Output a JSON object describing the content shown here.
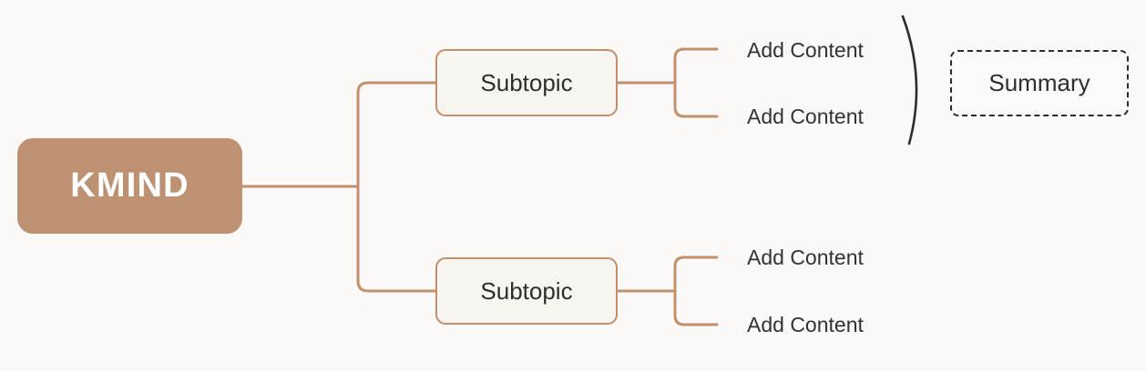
{
  "diagram": {
    "type": "mind-map",
    "background_color": "#faf9f7",
    "root": {
      "label": "KMIND",
      "fill_color": "#bd9172",
      "text_color": "#ffffff"
    },
    "branches": [
      {
        "label": "Subtopic",
        "fill_color": "#f8f4f0",
        "border_color": "#c1906d",
        "children": [
          {
            "label": "Add Content"
          },
          {
            "label": "Add Content"
          }
        ]
      },
      {
        "label": "Subtopic",
        "fill_color": "#f8f4f0",
        "border_color": "#c1906d",
        "children": [
          {
            "label": "Add Content"
          },
          {
            "label": "Add Content"
          }
        ]
      }
    ],
    "summary": {
      "label": "Summary",
      "border_color": "#2c2c2c",
      "border_style": "dashed",
      "brace_color": "#2c2c2c"
    },
    "connector_color": "#c1906d"
  }
}
